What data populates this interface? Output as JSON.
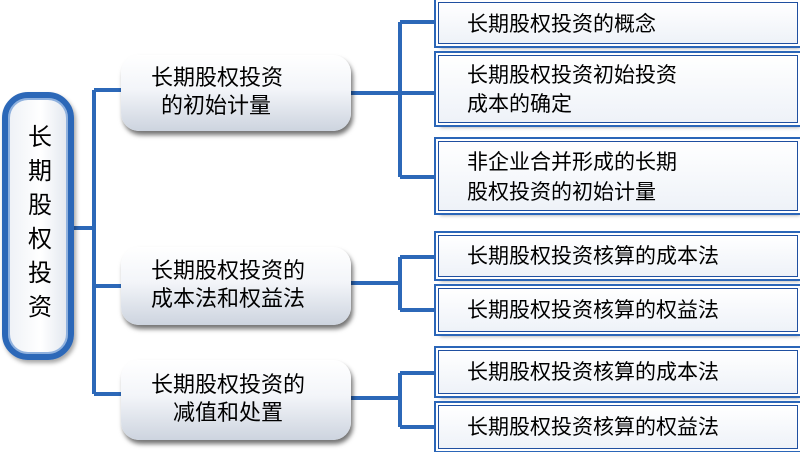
{
  "root": {
    "label": "长期股权投资"
  },
  "branches": [
    {
      "label_lines": [
        "长期股权投资",
        "的初始计量"
      ],
      "leaves": [
        {
          "lines": [
            "长期股权投资的概念"
          ]
        },
        {
          "lines": [
            "长期股权投资初始投资",
            "成本的确定"
          ]
        },
        {
          "lines": [
            "非企业合并形成的长期",
            "股权投资的初始计量"
          ]
        }
      ]
    },
    {
      "label_lines": [
        "长期股权投资的",
        "成本法和权益法"
      ],
      "leaves": [
        {
          "lines": [
            "长期股权投资核算的成本法"
          ]
        },
        {
          "lines": [
            "长期股权投资核算的权益法"
          ]
        }
      ]
    },
    {
      "label_lines": [
        "长期股权投资的",
        "减值和处置"
      ],
      "leaves": [
        {
          "lines": [
            "长期股权投资核算的成本法"
          ]
        },
        {
          "lines": [
            "长期股权投资核算的权益法"
          ]
        }
      ]
    }
  ],
  "colors": {
    "connector": "#2c68b8",
    "border": "#1f4fa0"
  }
}
